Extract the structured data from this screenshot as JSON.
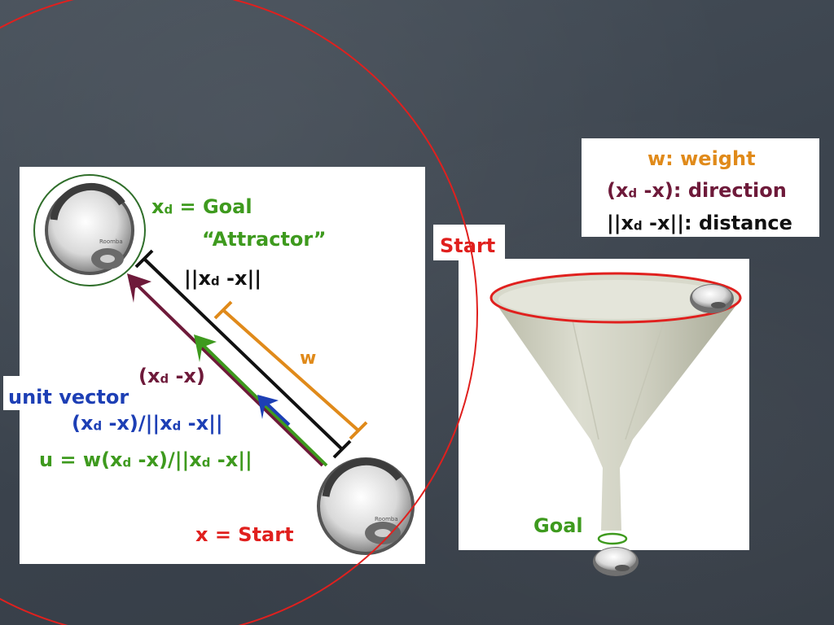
{
  "legend": {
    "weight": "w: weight",
    "direction_pre": "(x",
    "direction_sub": "d",
    "direction_post": " -x): direction",
    "distance_pre": "||x",
    "distance_sub": "d",
    "distance_post": " -x||: distance"
  },
  "left_diagram": {
    "goal_pre": "x",
    "goal_sub": "d",
    "goal_post": " = Goal",
    "attractor": "“Attractor”",
    "norm_pre": "||x",
    "norm_sub": "d",
    "norm_post": " -x||",
    "w": "w",
    "diff_pre": "(x",
    "diff_sub": "d",
    "diff_post": " -x)",
    "unit_vector": "unit vector",
    "unit_a": "(x",
    "unit_sub1": "d",
    "unit_b": " -x)/||x",
    "unit_sub2": "d",
    "unit_c": " -x||",
    "u_a": "u = w(x",
    "u_sub1": "d",
    "u_b": " -x)/||x",
    "u_sub2": "d",
    "u_c": " -x||",
    "start": "x = Start"
  },
  "right_diagram": {
    "start": "Start",
    "goal": "Goal"
  },
  "colors": {
    "orange": "#e08a1a",
    "maroon": "#6e1a3a",
    "green": "#3e9a1e",
    "blue": "#1d3fb5",
    "red": "#e0201e",
    "black": "#111111"
  }
}
